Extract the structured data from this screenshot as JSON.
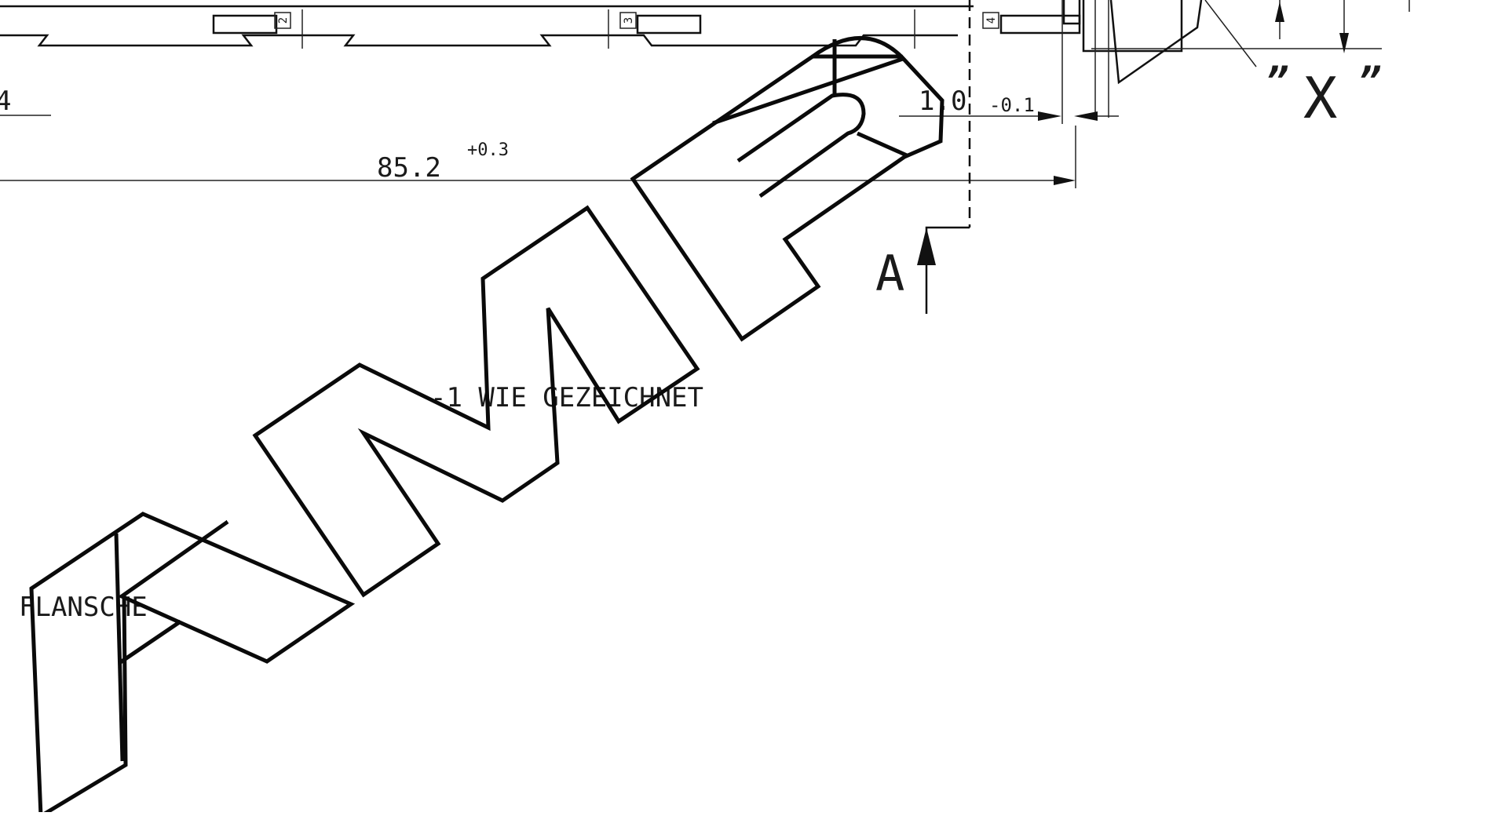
{
  "drawing": {
    "dimensions": {
      "overall_length": "85.2",
      "overall_tolerance": "+0.3",
      "gap_value": "1.0",
      "gap_tolerance": "-0.1",
      "partial_left": "4"
    },
    "position_numbers": [
      "2",
      "3",
      "4"
    ],
    "section_marker": "A",
    "detail_marker": "X",
    "detail_quote_left": "”",
    "detail_quote_right": "”",
    "notes": {
      "note_variant": "-1 WIE GEZEICHNET",
      "note_flange": "FLANSCHE"
    },
    "watermark": {
      "text": "AMP"
    }
  }
}
